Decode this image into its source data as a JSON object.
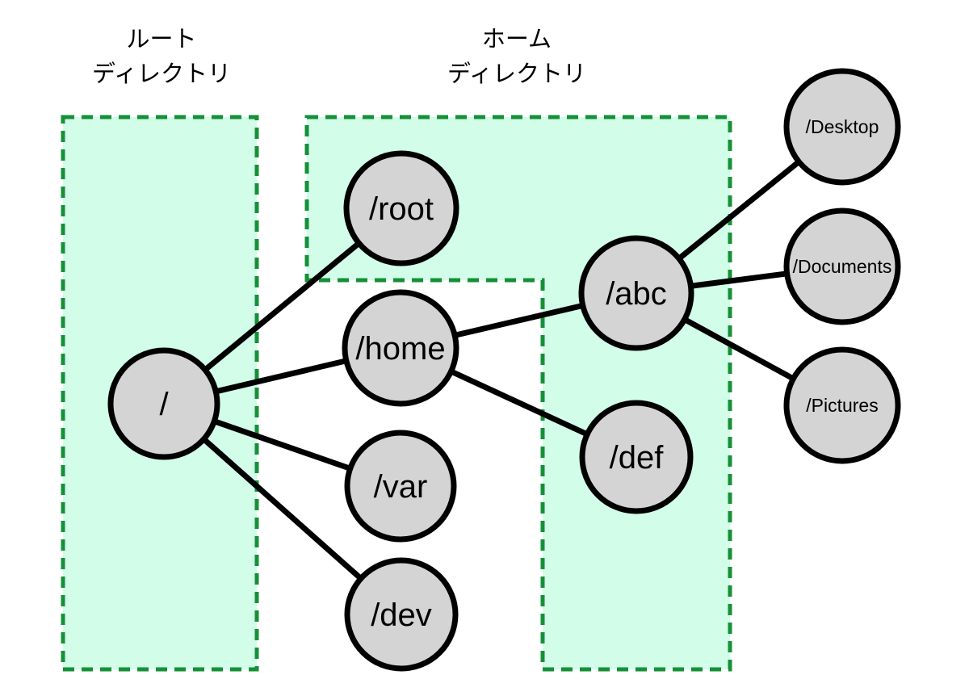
{
  "diagram": {
    "description_type": "filesystem-tree-diagram",
    "regions": [
      {
        "id": "root-directory",
        "label_line1": "ルート",
        "label_line2": "ディレクトリ",
        "contains": [
          "/"
        ]
      },
      {
        "id": "home-directory",
        "label_line1": "ホーム",
        "label_line2": "ディレクトリ",
        "contains": [
          "/root",
          "/abc",
          "/def"
        ]
      }
    ],
    "nodes": [
      {
        "id": "slash",
        "label": "/"
      },
      {
        "id": "root",
        "label": "/root"
      },
      {
        "id": "home",
        "label": "/home"
      },
      {
        "id": "var",
        "label": "/var"
      },
      {
        "id": "dev",
        "label": "/dev"
      },
      {
        "id": "abc",
        "label": "/abc"
      },
      {
        "id": "def",
        "label": "/def"
      },
      {
        "id": "desktop",
        "label": "/Desktop"
      },
      {
        "id": "documents",
        "label": "/Documents"
      },
      {
        "id": "pictures",
        "label": "/Pictures"
      }
    ],
    "edges": [
      {
        "from": "/",
        "to": "/root"
      },
      {
        "from": "/",
        "to": "/home"
      },
      {
        "from": "/",
        "to": "/var"
      },
      {
        "from": "/",
        "to": "/dev"
      },
      {
        "from": "/home",
        "to": "/abc"
      },
      {
        "from": "/home",
        "to": "/def"
      },
      {
        "from": "/abc",
        "to": "/Desktop"
      },
      {
        "from": "/abc",
        "to": "/Documents"
      },
      {
        "from": "/abc",
        "to": "/Pictures"
      }
    ],
    "colors": {
      "region_fill": "#d2fde9",
      "region_border": "#169038",
      "node_fill": "#d4d4d4",
      "node_border": "#000000",
      "edge": "#000000",
      "label_text": "#000000",
      "background": "#ffffff"
    }
  }
}
